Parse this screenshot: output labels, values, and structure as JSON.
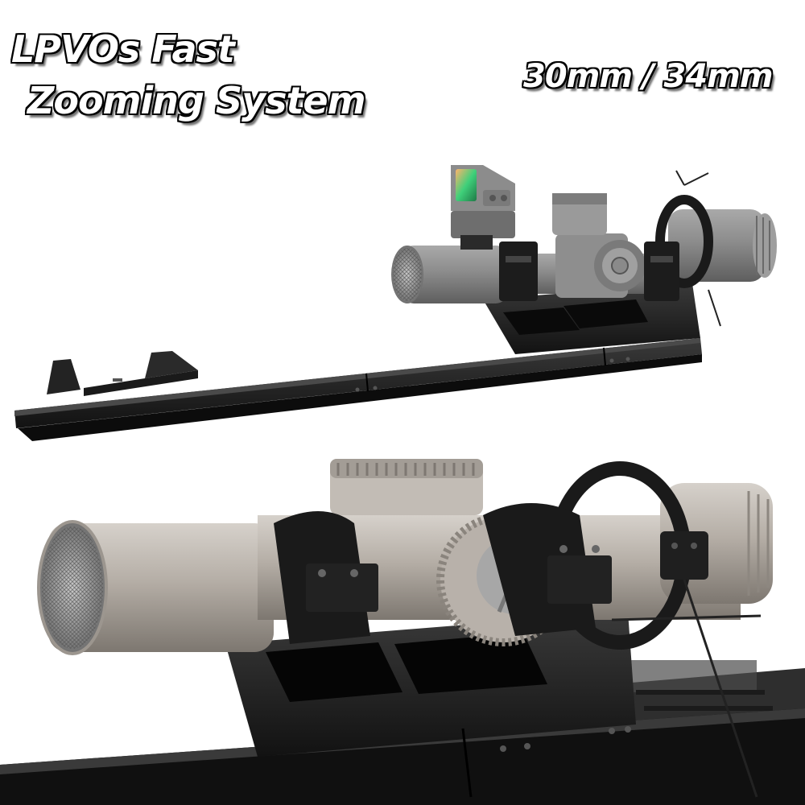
{
  "headline": {
    "line1": "LPVOs Fast",
    "line2": "Zooming System"
  },
  "size_label": "30mm / 34mm",
  "palette": {
    "mount_black": "#1e1e1e",
    "scope_grey": "#8a8a8a",
    "scope_tan": "#b7b1aa",
    "red_dot_glass": "#3fd07a"
  }
}
